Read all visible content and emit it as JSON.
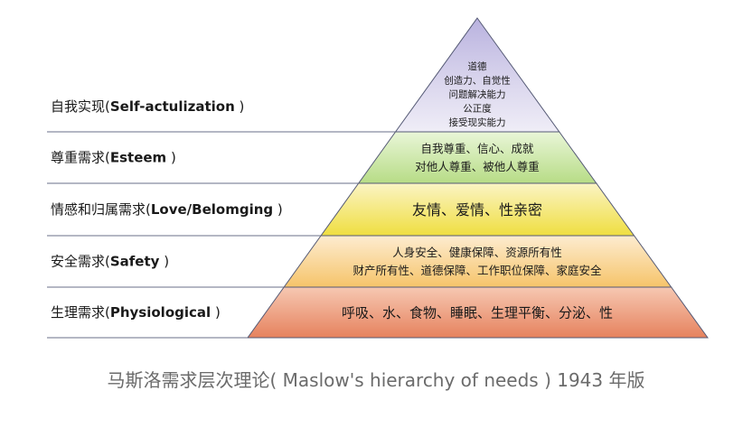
{
  "diagram": {
    "caption": "马斯洛需求层次理论( Maslow's hierarchy of needs )   1943 年版",
    "levels": [
      {
        "label_zh": "自我实现(",
        "label_en": "Self-actulization",
        "label_end": " )",
        "lines": [
          "道德",
          "创造力、自觉性",
          "问题解决能力",
          "公正度",
          "接受现实能力"
        ],
        "color": "#d9d5ea"
      },
      {
        "label_zh": "尊重需求(",
        "label_en": "Esteem",
        "label_end": " )",
        "lines": [
          "自我尊重、信心、成就",
          "对他人尊重、被他人尊重"
        ],
        "color": "#c9e6a6"
      },
      {
        "label_zh": "情感和归属需求(",
        "label_en": "Love/Belomging",
        "label_end": " )",
        "lines": [
          "友情、爱情、性亲密"
        ],
        "color": "#f5e97a"
      },
      {
        "label_zh": "安全需求(",
        "label_en": "Safety",
        "label_end": " )",
        "lines": [
          "人身安全、健康保障、资源所有性",
          "财产所有性、道德保障、工作职位保障、家庭安全"
        ],
        "color": "#fad79a"
      },
      {
        "label_zh": "生理需求(",
        "label_en": "Physiological",
        "label_end": " )",
        "lines": [
          "呼吸、水、食物、睡眠、生理平衡、分泌、性"
        ],
        "color": "#ee9f80"
      }
    ]
  }
}
